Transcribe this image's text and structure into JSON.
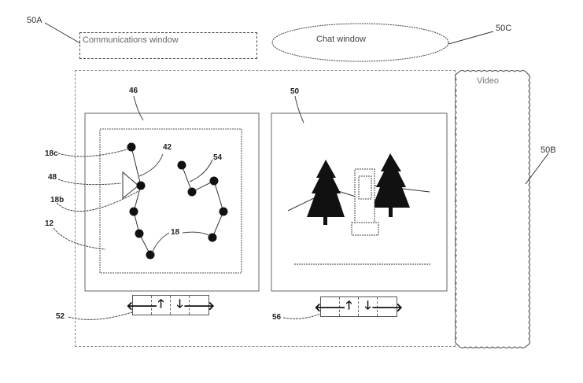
{
  "labels": {
    "communications_window": {
      "ref": "50A",
      "title": "Communications window"
    },
    "chat_window": {
      "ref": "50C",
      "title": "Chat window"
    },
    "video_window": {
      "ref": "50B",
      "title": "Video"
    },
    "map_panel": {
      "ref": "46"
    },
    "map_area": {
      "ref": "12"
    },
    "camera_view_panel": {
      "ref": "50"
    },
    "path_segment": {
      "ref": "42"
    },
    "secondary_path": {
      "ref": "54"
    },
    "waypoints": {
      "ref": "18"
    },
    "waypoint_c": {
      "ref": "18c"
    },
    "waypoint_b": {
      "ref": "18b"
    },
    "position_marker": {
      "ref": "48"
    },
    "map_nav_controls": {
      "ref": "52"
    },
    "camera_nav_controls": {
      "ref": "56"
    }
  },
  "map_nav": {
    "buttons": [
      {
        "icon": "arrow-left",
        "glyph": "🡐"
      },
      {
        "icon": "arrow-up",
        "glyph": "🡑"
      },
      {
        "icon": "arrow-down",
        "glyph": "🡓"
      },
      {
        "icon": "arrow-right",
        "glyph": "🡒"
      }
    ]
  },
  "camera_nav": {
    "buttons": [
      {
        "icon": "arrow-left",
        "glyph": "🡐"
      },
      {
        "icon": "arrow-up",
        "glyph": "🡑"
      },
      {
        "icon": "arrow-down",
        "glyph": "🡓"
      },
      {
        "icon": "arrow-right",
        "glyph": "🡒"
      }
    ]
  },
  "colors": {
    "line": "#333333",
    "node": "#111111",
    "tree": "#111111"
  }
}
